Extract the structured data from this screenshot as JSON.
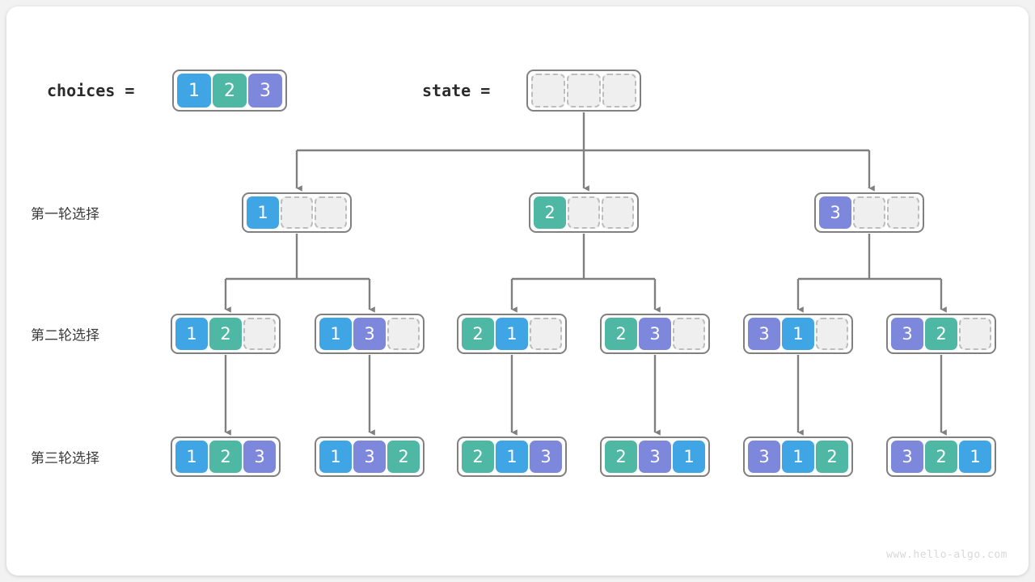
{
  "palette": {
    "blue": "#3fa5e5",
    "teal": "#4fb8a4",
    "purple": "#7d87dc",
    "empty_fill": "#efefef",
    "empty_border": "#bdbdbd",
    "frame": "#808080",
    "wire": "#808080",
    "card_bg": "#ffffff",
    "page_bg": "#f2f2f2",
    "label_text": "#3c3c3c",
    "mono_text": "#2b2b2b",
    "watermark_text": "#d8d8d8"
  },
  "header": {
    "choices_label": "choices  =",
    "choices_values": [
      1,
      2,
      3
    ],
    "state_label": "state  =",
    "state_values": [
      null,
      null,
      null
    ]
  },
  "row_labels": [
    "第一轮选择",
    "第二轮选择",
    "第三轮选择"
  ],
  "levels": [
    {
      "label": "第一轮选择",
      "nodes": [
        {
          "values": [
            1,
            null,
            null
          ]
        },
        {
          "values": [
            2,
            null,
            null
          ]
        },
        {
          "values": [
            3,
            null,
            null
          ]
        }
      ]
    },
    {
      "label": "第二轮选择",
      "nodes": [
        {
          "values": [
            1,
            2,
            null
          ]
        },
        {
          "values": [
            1,
            3,
            null
          ]
        },
        {
          "values": [
            2,
            1,
            null
          ]
        },
        {
          "values": [
            2,
            3,
            null
          ]
        },
        {
          "values": [
            3,
            1,
            null
          ]
        },
        {
          "values": [
            3,
            2,
            null
          ]
        }
      ]
    },
    {
      "label": "第三轮选择",
      "nodes": [
        {
          "values": [
            1,
            2,
            3
          ]
        },
        {
          "values": [
            1,
            3,
            2
          ]
        },
        {
          "values": [
            2,
            1,
            3
          ]
        },
        {
          "values": [
            2,
            3,
            1
          ]
        },
        {
          "values": [
            3,
            1,
            2
          ]
        },
        {
          "values": [
            3,
            2,
            1
          ]
        }
      ]
    }
  ],
  "watermark": "www.hello-algo.com"
}
